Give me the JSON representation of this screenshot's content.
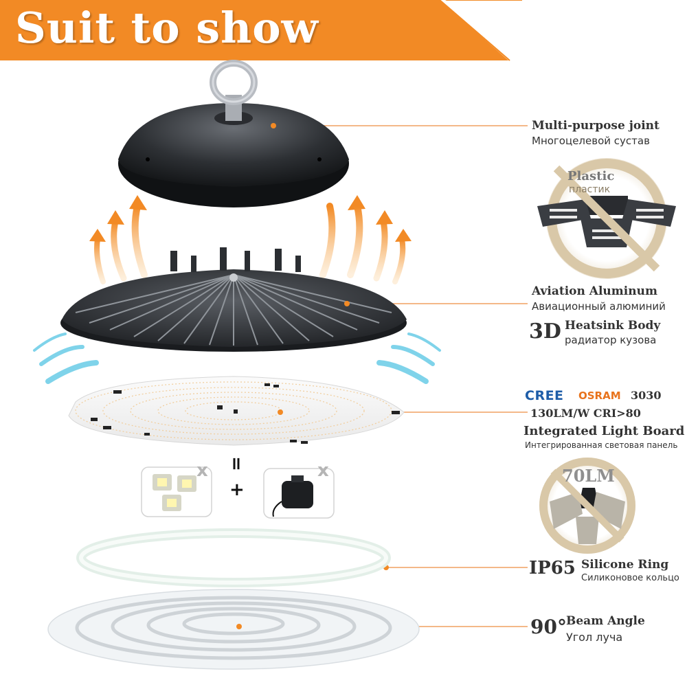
{
  "banner": {
    "title": "Suit to show",
    "color": "#f28a25"
  },
  "parts": {
    "joint": {
      "label_en": "Multi-purpose joint",
      "label_ru": "Многоцелевой сустав"
    },
    "plastic_badge": {
      "label_en": "Plastic",
      "label_ru": "пластик"
    },
    "heatsink": {
      "label_en": "Aviation Aluminum",
      "label_ru": "Авиационный алюминий",
      "prefix_3d": "3D",
      "label2_en": "Heatsink Body",
      "label2_ru": "радиатор кузова"
    },
    "light_board": {
      "brand_cree": "CREE",
      "brand_osram": "OSRAM",
      "chip": "3030",
      "spec": "130LM/W CRI>80",
      "label_en": "Integrated Light Board",
      "label_ru": "Интегрированная световая панель"
    },
    "lumen_badge": {
      "label": "70LM"
    },
    "ring": {
      "prefix": "IP65",
      "label_en": "Silicone Ring",
      "label_ru": "Силиконовое кольцо"
    },
    "lens": {
      "prefix": "90°",
      "label_en": "Beam Angle",
      "label_ru": "Угол луча"
    }
  },
  "equation": {
    "equals": "=",
    "plus": "+",
    "cross": "x"
  },
  "colors": {
    "accent": "#f28a25",
    "leader_line": "#f0a060",
    "cool_air": "#7fd3ea",
    "warm_air": "#f5a040",
    "badge_ring": "#d9c8a8"
  },
  "icons": [
    "eye-bolt-icon",
    "led-chip-icon",
    "driver-icon",
    "cross-icon",
    "equals-icon",
    "plus-icon"
  ]
}
